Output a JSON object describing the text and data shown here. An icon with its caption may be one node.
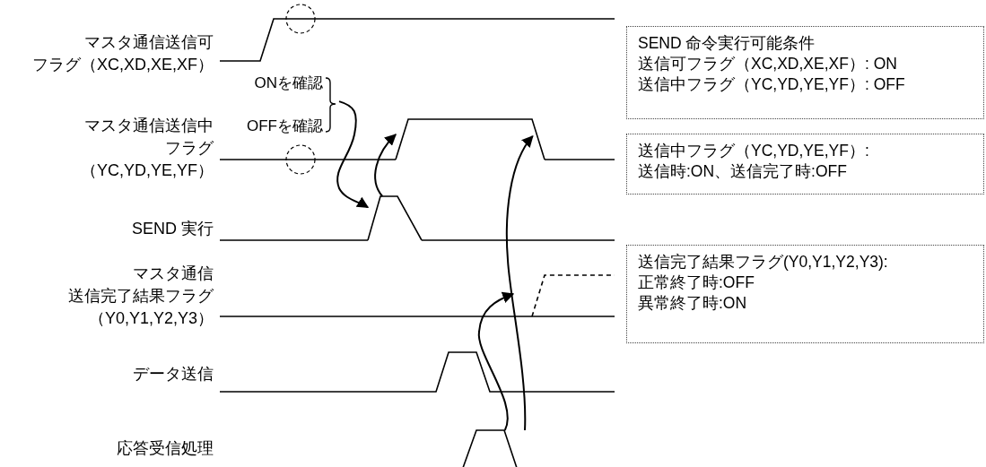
{
  "diagram": {
    "nodes": [
      {
        "text": [
          "ONを確認",
          "OFFを確認"
        ]
      },
      {
        "text": [],
        "shape": "pulse"
      },
      {
        "text": [],
        "shape": "pulse"
      },
      {
        "text": [],
        "shape": "pulse"
      },
      {
        "text": [
          "SEND 命令実行可能条件",
          "送信可フラグ（XC,XD,XE,XF）: ON",
          "送信中フラグ（YC,YD,YE,YF）: OFF"
        ]
      },
      {
        "text": [
          "送信中フラグ（YC,YD,YE,YF）:",
          "送信時:ON、送信完了時:OFF"
        ]
      },
      {
        "text": [
          "送信完了結果フラグ(Y0,Y1,Y2,Y3):",
          "正常終了時:OFF",
          "異常終了時:ON"
        ]
      }
    ],
    "edges": [
      {
        "from": 0,
        "to": 1,
        "arrow": "to"
      },
      {
        "from": 1,
        "to": 2,
        "arrow": "to"
      },
      {
        "from": 3,
        "to": 2,
        "arrow": "to"
      },
      {
        "from": 3,
        "to": null,
        "arrow": "to"
      }
    ],
    "labels": [
      "マスタ通信送信可フラグ（XC,XD,XE,XF）",
      "マスタ通信送信中フラグ（YC,YD,YE,YF）",
      "SEND 実行",
      "マスタ通信送信完了結果フラグ（Y0,Y1,Y2,Y3）",
      "データ送信",
      "応答受信処理"
    ]
  }
}
